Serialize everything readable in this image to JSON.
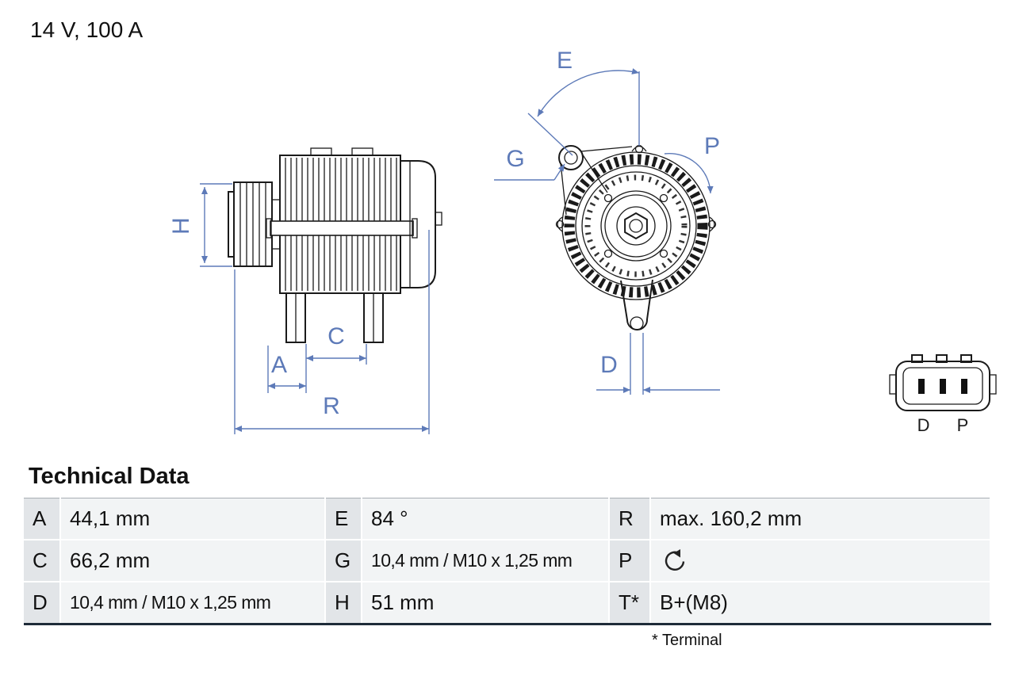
{
  "header": {
    "rating": "14 V, 100 A"
  },
  "diagram": {
    "labels": {
      "H": "H",
      "A": "A",
      "C": "C",
      "R": "R",
      "E": "E",
      "G": "G",
      "P": "P",
      "D": "D"
    },
    "connector_label": "D P",
    "dimension_color": "#5d7ab8",
    "line_color": "#1a1a1a"
  },
  "table": {
    "title": "Technical Data",
    "footnote": "* Terminal",
    "rotation_icon": "counterclockwise-rotation-icon",
    "rows": [
      [
        {
          "k": "A",
          "v": "44,1 mm"
        },
        {
          "k": "E",
          "v": "84 °"
        },
        {
          "k": "R",
          "v": "max. 160,2 mm"
        }
      ],
      [
        {
          "k": "C",
          "v": "66,2 mm"
        },
        {
          "k": "G",
          "v": "10,4 mm / M10 x 1,25 mm"
        },
        {
          "k": "P",
          "v": ""
        }
      ],
      [
        {
          "k": "D",
          "v": "10,4 mm / M10 x 1,25 mm"
        },
        {
          "k": "H",
          "v": "51 mm"
        },
        {
          "k": "T*",
          "v": "B+(M8)"
        }
      ]
    ]
  }
}
